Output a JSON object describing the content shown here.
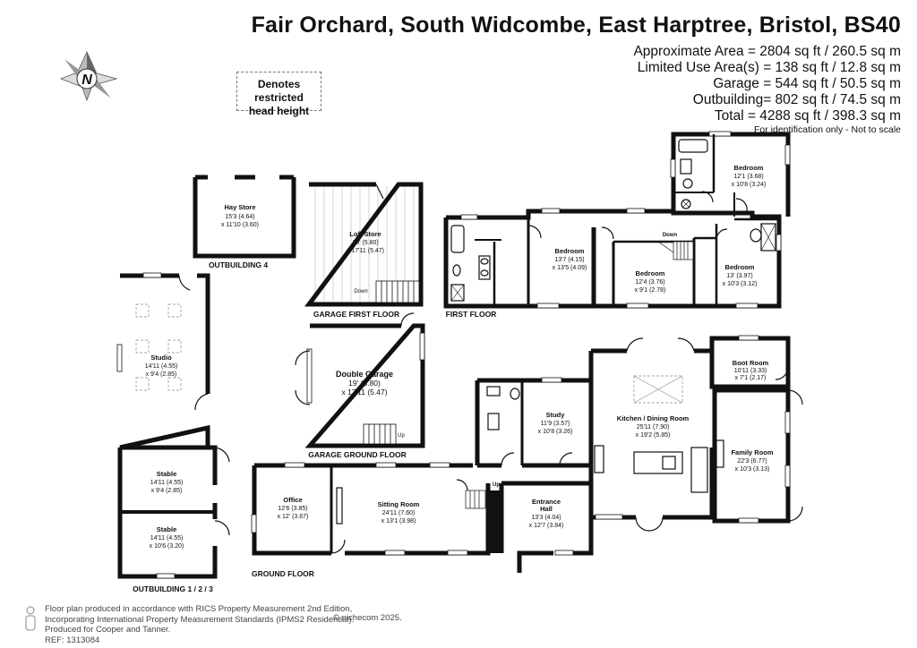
{
  "title": "Fair Orchard, South Widcombe, East Harptree, Bristol, BS40",
  "areas": {
    "approximate": "Approximate Area = 2804 sq ft / 260.5 sq m",
    "limited": "Limited Use Area(s) = 138 sq ft / 12.8 sq m",
    "garage": "Garage = 544 sq ft / 50.5 sq m",
    "outbuilding": "Outbuilding= 802 sq ft / 74.5 sq m",
    "total": "Total = 4288 sq ft / 398.3 sq m",
    "note": "For identification only - Not to scale"
  },
  "legend": {
    "line1": "Denotes restricted",
    "line2": "head height"
  },
  "compass": {
    "label": "N"
  },
  "floors": {
    "outbuilding4": "OUTBUILDING 4",
    "garage_first": "GARAGE FIRST FLOOR",
    "first": "FIRST FLOOR",
    "garage_ground": "GARAGE GROUND FLOOR",
    "ground": "GROUND FLOOR",
    "outbuilding123": "OUTBUILDING 1 / 2 / 3"
  },
  "rooms": {
    "hay_store": {
      "name": "Hay Store",
      "d1": "15'3 (4.64)",
      "d2": "x 11'10 (3.60)"
    },
    "loft_store": {
      "name": "Loft Store",
      "d1": "19' (5.80)",
      "d2": "x 17'11 (5.47)"
    },
    "bedroom_a": {
      "name": "Bedroom",
      "d1": "13'7 (4.15)",
      "d2": "x 13'5 (4.09)"
    },
    "bedroom_b": {
      "name": "Bedroom",
      "d1": "12'4 (3.76)",
      "d2": "x 9'1 (2.78)"
    },
    "bedroom_c": {
      "name": "Bedroom",
      "d1": "13' (3.97)",
      "d2": "x 10'3 (3.12)"
    },
    "bedroom_d": {
      "name": "Bedroom",
      "d1": "12'1 (3.68)",
      "d2": "x 10'8 (3.24)"
    },
    "studio": {
      "name": "Studio",
      "d1": "14'11 (4.55)",
      "d2": "x 9'4 (2.85)"
    },
    "stable_1": {
      "name": "Stable",
      "d1": "14'11 (4.55)",
      "d2": "x 9'4 (2.85)"
    },
    "stable_2": {
      "name": "Stable",
      "d1": "14'11 (4.55)",
      "d2": "x 10'6 (3.20)"
    },
    "double_garage": {
      "name": "Double Garage",
      "d1": "19' (5.80)",
      "d2": "x 17'11 (5.47)"
    },
    "office": {
      "name": "Office",
      "d1": "12'6 (3.85)",
      "d2": "x 12' (3.67)"
    },
    "sitting_room": {
      "name": "Sitting Room",
      "d1": "24'11 (7.60)",
      "d2": "x 13'1 (3.98)"
    },
    "study": {
      "name": "Study",
      "d1": "11'9 (3.57)",
      "d2": "x 10'8 (3.26)"
    },
    "entrance_hall": {
      "name": "Entrance",
      "name2": "Hall",
      "d1": "13'3 (4.04)",
      "d2": "x 12'7 (3.84)"
    },
    "kitchen": {
      "name": "Kitchen / Dining Room",
      "d1": "25'11 (7.90)",
      "d2": "x 19'2 (5.85)"
    },
    "boot_room": {
      "name": "Boot Room",
      "d1": "10'11 (3.33)",
      "d2": "x 7'1 (2.17)"
    },
    "family_room": {
      "name": "Family Room",
      "d1": "22'3 (6.77)",
      "d2": "x 10'3 (3.13)"
    }
  },
  "stairs": {
    "down_loft": "Down",
    "down_first": "Down",
    "up_garage": "Up",
    "up_ground": "Up"
  },
  "footer": {
    "line1": "Floor plan produced in accordance with RICS Property Measurement 2nd Edition,",
    "line2": "Incorporating International Property Measurement Standards (IPMS2 Residential).",
    "line3": "Produced for Cooper and Tanner.",
    "line4": "REF: 1313084",
    "copyright": "© nichecom 2025."
  }
}
